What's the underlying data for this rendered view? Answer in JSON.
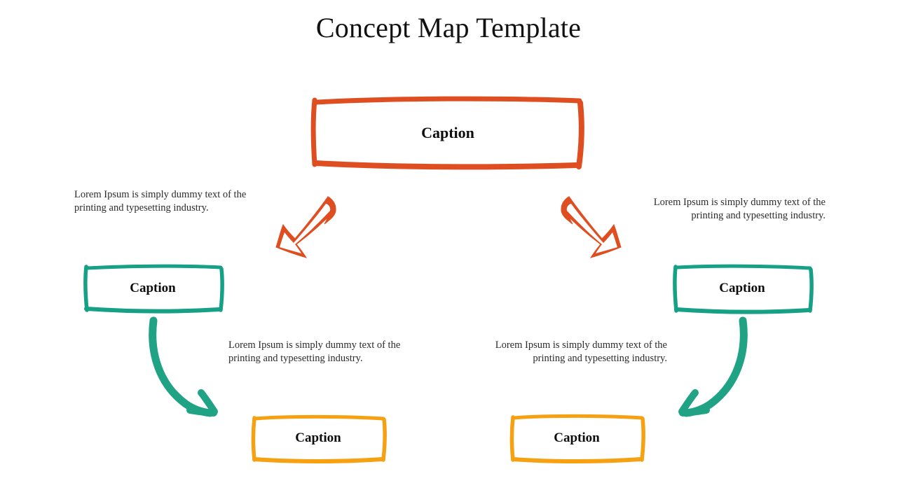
{
  "page": {
    "title": "Concept Map Template",
    "background": "#FFFFFF"
  },
  "colors": {
    "orange_red": "#DF4E21",
    "teal": "#16A085",
    "amber": "#F5A111",
    "text": "#1A1A1A",
    "note_text": "#2B2B2B"
  },
  "nodes": {
    "top": {
      "label": "Caption",
      "color": "#DF4E21"
    },
    "left": {
      "label": "Caption",
      "color": "#16A085"
    },
    "right": {
      "label": "Caption",
      "color": "#16A085"
    },
    "bottom_left": {
      "label": "Caption",
      "color": "#F5A111"
    },
    "bottom_right": {
      "label": "Caption",
      "color": "#F5A111"
    }
  },
  "notes": {
    "top_left": "Lorem Ipsum is simply dummy text of the printing and typesetting industry.",
    "top_right": "Lorem Ipsum is simply dummy text of the printing and typesetting industry.",
    "bottom_left": "Lorem Ipsum is simply dummy text of the printing and typesetting industry.",
    "bottom_right": "Lorem Ipsum is simply dummy text of the printing and typesetting industry."
  },
  "connectors": [
    {
      "name": "arrow-top-to-left",
      "style": "hand-drawn-outline",
      "direction": "down-left",
      "color": "#DF4E21"
    },
    {
      "name": "arrow-top-to-right",
      "style": "hand-drawn-outline",
      "direction": "down-right",
      "color": "#DF4E21"
    },
    {
      "name": "arrow-left-to-bottom-left",
      "style": "hand-drawn-curved",
      "direction": "down-right",
      "color": "#16A085"
    },
    {
      "name": "arrow-right-to-bottom-right",
      "style": "hand-drawn-curved",
      "direction": "down-left",
      "color": "#16A085"
    }
  ]
}
